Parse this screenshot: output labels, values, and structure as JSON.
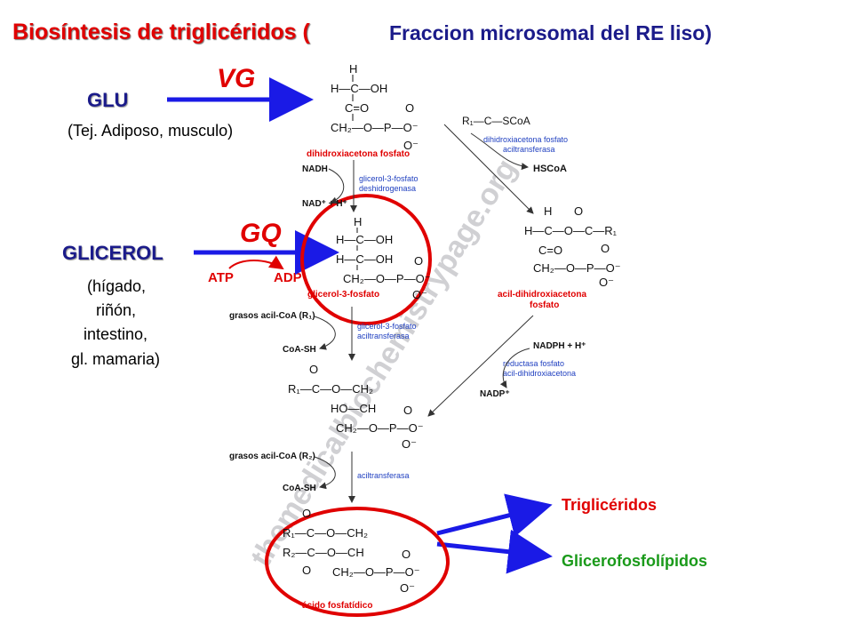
{
  "title": {
    "main": "Biosíntesis de triglicéridos (",
    "sub": "Fraccion microsomal del RE liso)"
  },
  "sources": {
    "glu": {
      "label": "GLU",
      "note": "(Tej. Adiposo, musculo)"
    },
    "glicerol": {
      "label": "GLICEROL",
      "note_lines": [
        "(hígado,",
        "riñón,",
        "intestino,",
        "gl. mamaria)"
      ]
    }
  },
  "arrows": {
    "vg": "VG",
    "gq": "GQ",
    "atp": "ATP",
    "adp": "ADP"
  },
  "compounds": {
    "dhap": "dihidroxiacetona fosfato",
    "g3p": "glicerol-3-fosfato",
    "acil_dhap_1": "acil-dihidroxiacetona",
    "acil_dhap_2": "fosfato",
    "fosfatidico": "ácido fosfatídico"
  },
  "reagents": {
    "acylcoa": "R₁—C—SCoA",
    "hscoa": "HSCoA",
    "nadh": "NADH",
    "nad": "NAD⁺ + H⁺",
    "nadph": "NADPH + H⁺",
    "nadp": "NADP⁺",
    "acyl_r1": "grasos acil-CoA (R₁)",
    "coash_1": "CoA-SH",
    "acyl_r2": "grasos acil-CoA (R₂)",
    "coash_2": "CoA-SH"
  },
  "enzymes": {
    "dhap_acyltransferase": [
      "dihidroxiacetona fosfato",
      "aciltransferasa"
    ],
    "g3p_dehydrogenase": [
      "glicerol-3-fosfato",
      "deshidrogenasa"
    ],
    "g3p_acyltransferase": [
      "glicerol-3-fosfato",
      "aciltransferasa"
    ],
    "reductase": [
      "reductasa fosfato",
      "acil-dihidroxiacetona"
    ],
    "acyltransferase": [
      "aciltransferasa"
    ]
  },
  "outputs": {
    "triglicéridos": "Triglicéridos",
    "glicerofosfolipidos": "Glicerofosfolípidos"
  },
  "watermark": "themedicalbiochemistrypage.org",
  "colors": {
    "title_red": "#e00000",
    "navy": "#1b1b8a",
    "arrow_blue": "#1a1ae6",
    "circle_red": "#e00000",
    "green": "#1a9a1a",
    "enzyme_blue": "#2040c0"
  }
}
